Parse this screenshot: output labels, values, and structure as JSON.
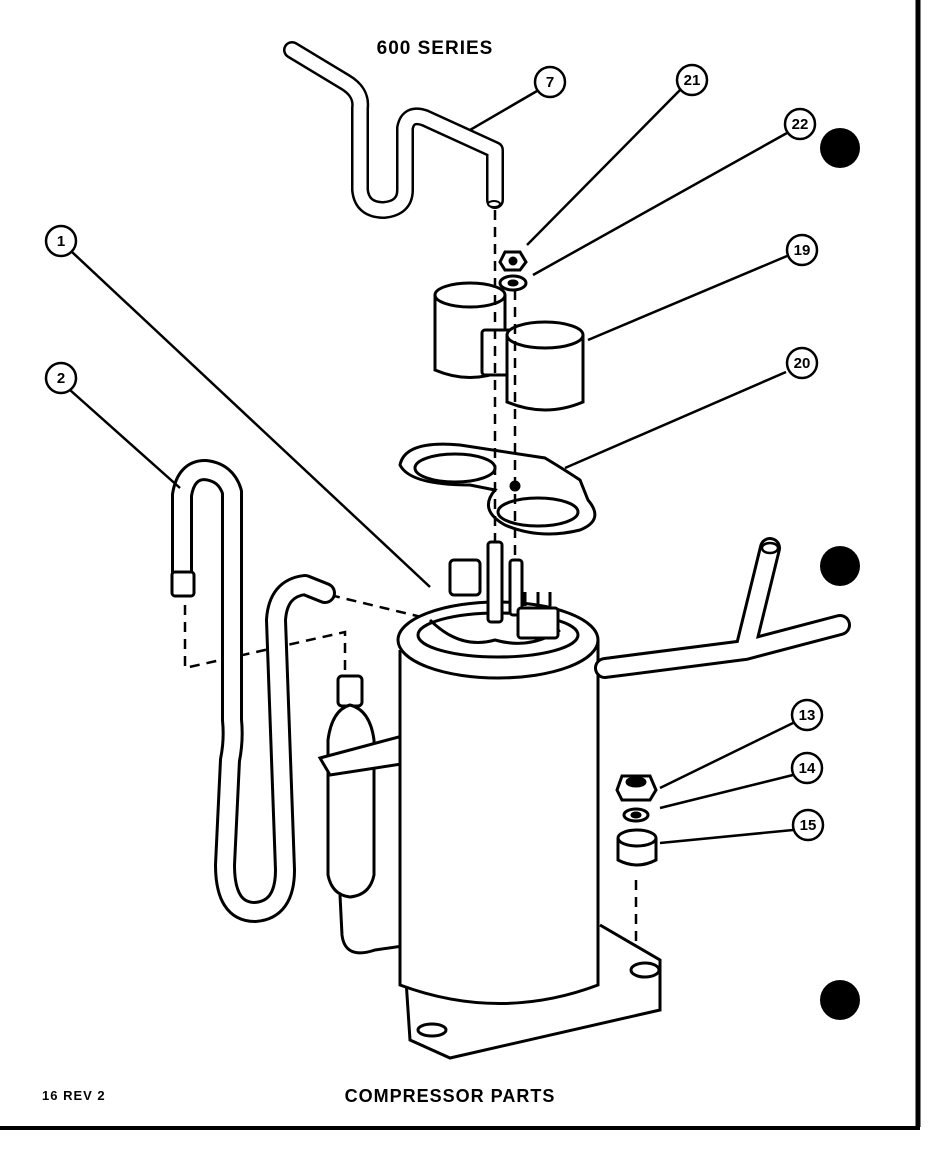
{
  "header": {
    "series_title": "600 SERIES"
  },
  "footer": {
    "page_number": "16 REV 2",
    "page_title": "COMPRESSOR PARTS"
  },
  "callouts": [
    {
      "id": "7",
      "label": "7"
    },
    {
      "id": "21",
      "label": "21"
    },
    {
      "id": "22",
      "label": "22"
    },
    {
      "id": "19",
      "label": "19"
    },
    {
      "id": "1",
      "label": "1"
    },
    {
      "id": "20",
      "label": "20"
    },
    {
      "id": "2",
      "label": "2"
    },
    {
      "id": "13",
      "label": "13"
    },
    {
      "id": "14",
      "label": "14"
    },
    {
      "id": "15",
      "label": "15"
    }
  ]
}
